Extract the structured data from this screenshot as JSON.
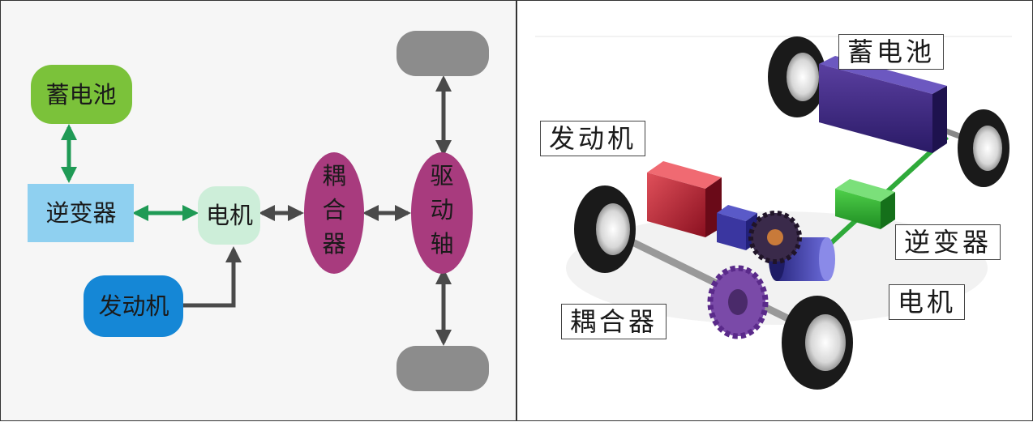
{
  "schematic": {
    "battery": "蓄电池",
    "inverter": "逆变器",
    "motor": "电机",
    "engine": "发动机",
    "coupler": [
      "耦",
      "合",
      "器"
    ],
    "drive_axle": [
      "驱",
      "动",
      "轴"
    ]
  },
  "illustration": {
    "battery": "蓄电池",
    "engine": "发动机",
    "inverter": "逆变器",
    "motor": "电机",
    "coupler": "耦合器"
  },
  "colors": {
    "battery": "#7bc23a",
    "inverter": "#8fd0f0",
    "motor": "#cdeed9",
    "engine": "#1587d6",
    "coupler": "#a83b7e",
    "wheel": "#8c8c8c",
    "green_arrow": "#1f9a55",
    "gray_arrow": "#4a4a4a"
  }
}
